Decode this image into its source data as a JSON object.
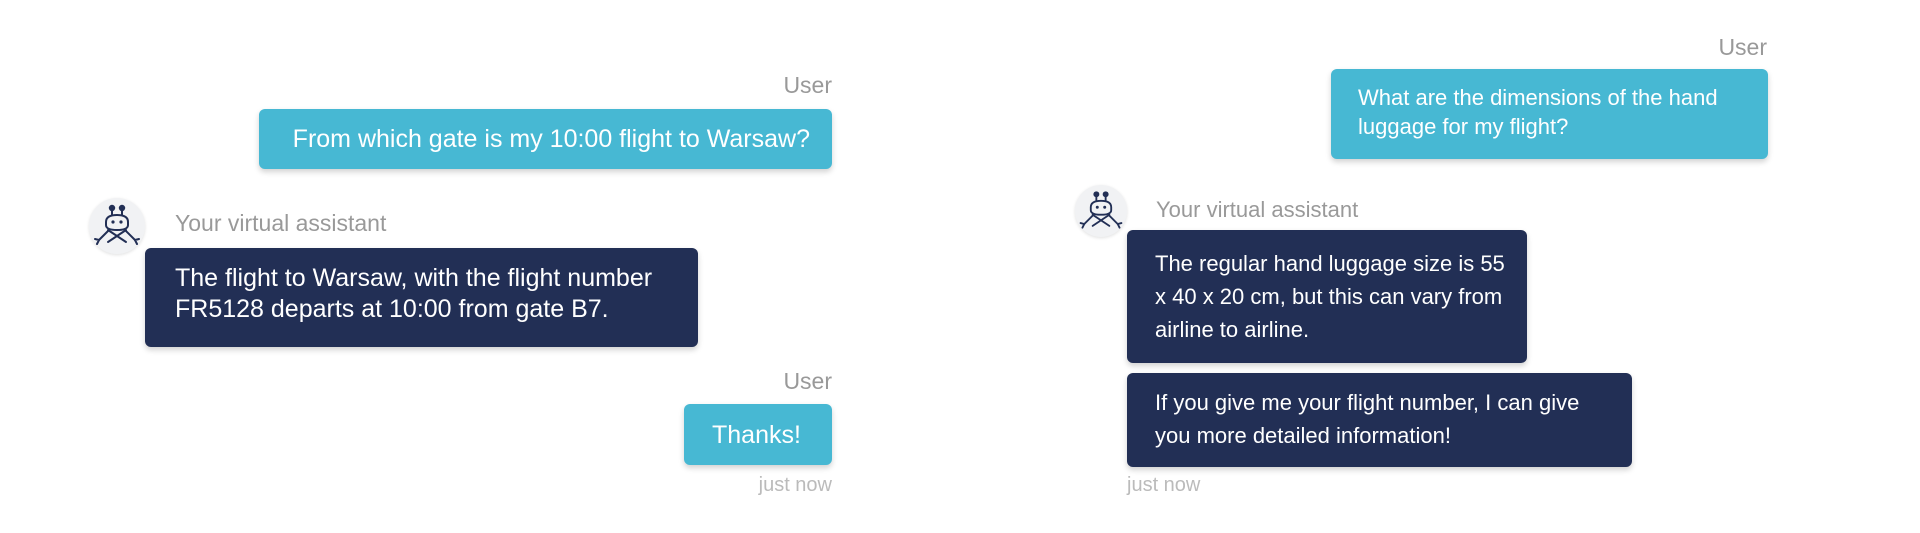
{
  "left_chat": {
    "user_label_1": "User",
    "user_message_1": "From which gate is my 10:00 flight to Warsaw?",
    "assistant_label": "Your virtual assistant",
    "assistant_message": "The flight to Warsaw, with the flight number FR5128 departs at 10:00 from gate B7.",
    "user_label_2": "User",
    "user_message_2": "Thanks!",
    "timestamp": "just now"
  },
  "right_chat": {
    "user_label": "User",
    "user_message": "What are the dimensions of the hand luggage for my flight?",
    "assistant_label": "Your virtual assistant",
    "assistant_message_1": "The regular hand luggage size is 55 x 40 x 20 cm, but this can vary from airline to airline.",
    "assistant_message_2": "If you give me your flight number, I can give you more detailed information!",
    "timestamp": "just now"
  },
  "colors": {
    "user_bubble": "#47b8d3",
    "assistant_bubble": "#222f55",
    "label": "#999999",
    "timestamp": "#bbbbbb"
  },
  "icons": {
    "avatar": "robot-avatar-icon"
  }
}
